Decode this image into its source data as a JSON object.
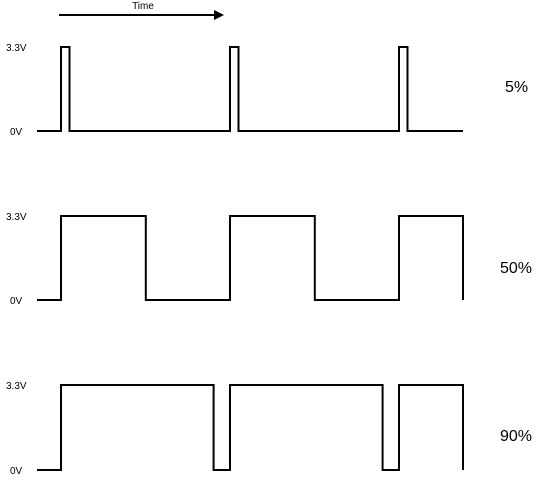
{
  "time_axis": {
    "label": "Time"
  },
  "colors": {
    "stroke": "#000000",
    "background": "#ffffff"
  },
  "waveforms": [
    {
      "high_label": "3.3V",
      "low_label": "0V",
      "duty_label": "5%",
      "duty_fraction": 0.05
    },
    {
      "high_label": "3.3V",
      "low_label": "0V",
      "duty_label": "50%",
      "duty_fraction": 0.5
    },
    {
      "high_label": "3.3V",
      "low_label": "0V",
      "duty_label": "90%",
      "duty_fraction": 0.9
    }
  ]
}
